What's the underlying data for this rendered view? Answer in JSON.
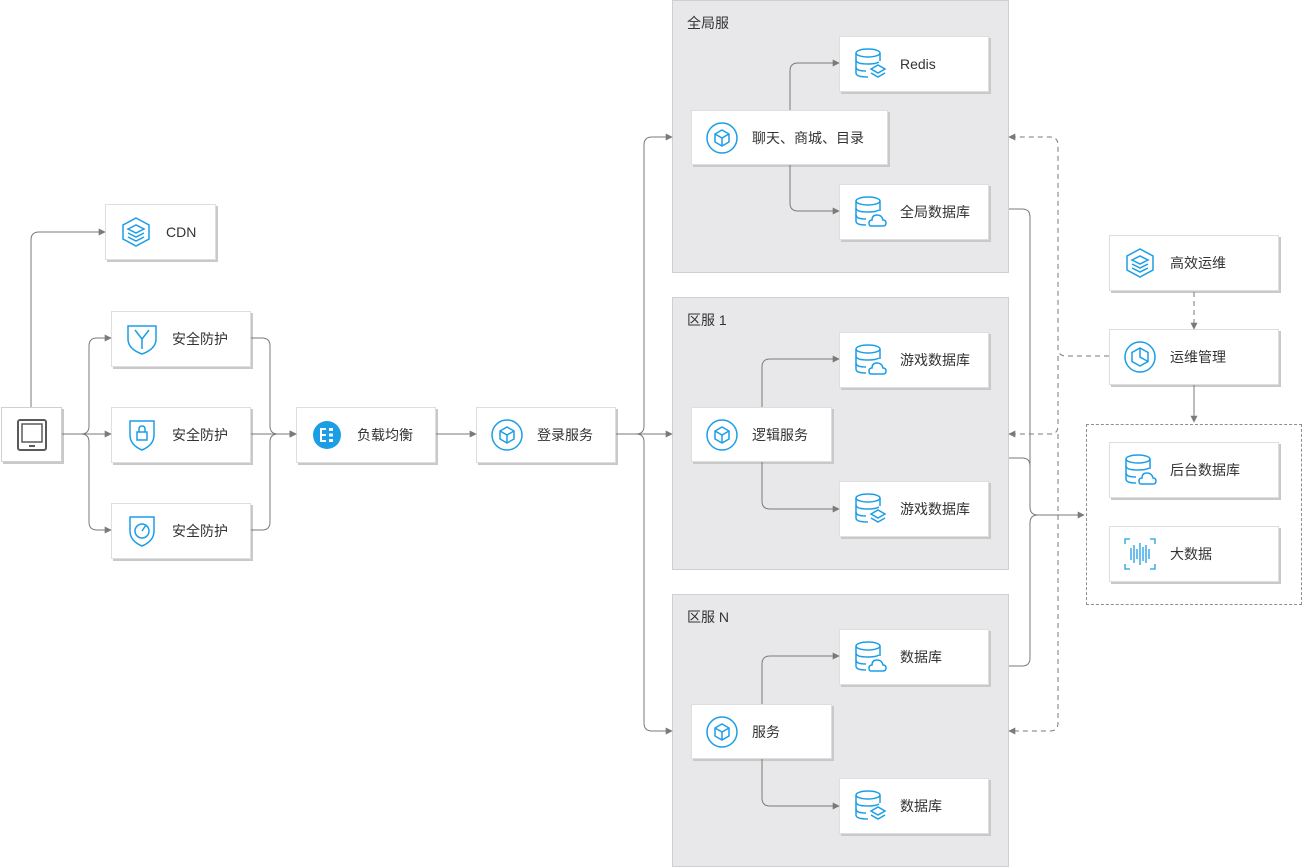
{
  "colors": {
    "icon": "#1b9ee6",
    "line": "#7a7a7a",
    "group_bg": "#e8e8ea"
  },
  "groups": {
    "global": {
      "title": "全局服"
    },
    "zone1": {
      "title": "区服 1"
    },
    "zoneN": {
      "title": "区服 N"
    }
  },
  "nodes": {
    "cdn": {
      "label": "CDN",
      "icon": "layers-icon"
    },
    "security1": {
      "label": "安全防护",
      "icon": "shield-icon"
    },
    "security2": {
      "label": "安全防护",
      "icon": "shield-lock-icon"
    },
    "security3": {
      "label": "安全防护",
      "icon": "shield-check-icon"
    },
    "load_balancer": {
      "label": "负载均衡",
      "icon": "load-balancer-icon"
    },
    "login": {
      "label": "登录服务",
      "icon": "cube-icon"
    },
    "redis": {
      "label": "Redis",
      "icon": "database-layers-icon"
    },
    "chat": {
      "label": "聊天、商城、目录",
      "icon": "cube-icon"
    },
    "global_db": {
      "label": "全局数据库",
      "icon": "database-cloud-icon"
    },
    "game_db1": {
      "label": "游戏数据库",
      "icon": "database-cloud-icon"
    },
    "logic": {
      "label": "逻辑服务",
      "icon": "cube-icon"
    },
    "game_db2": {
      "label": "游戏数据库",
      "icon": "database-layers-icon"
    },
    "db1": {
      "label": "数据库",
      "icon": "database-cloud-icon"
    },
    "service": {
      "label": "服务",
      "icon": "cube-icon"
    },
    "db2": {
      "label": "数据库",
      "icon": "database-layers-icon"
    },
    "ops_efficient": {
      "label": "高效运维",
      "icon": "layers-icon"
    },
    "ops_manage": {
      "label": "运维管理",
      "icon": "ops-icon"
    },
    "backend_db": {
      "label": "后台数据库",
      "icon": "database-cloud-icon"
    },
    "bigdata": {
      "label": "大数据",
      "icon": "bigdata-icon"
    }
  },
  "client": {
    "icon": "tablet-icon"
  }
}
